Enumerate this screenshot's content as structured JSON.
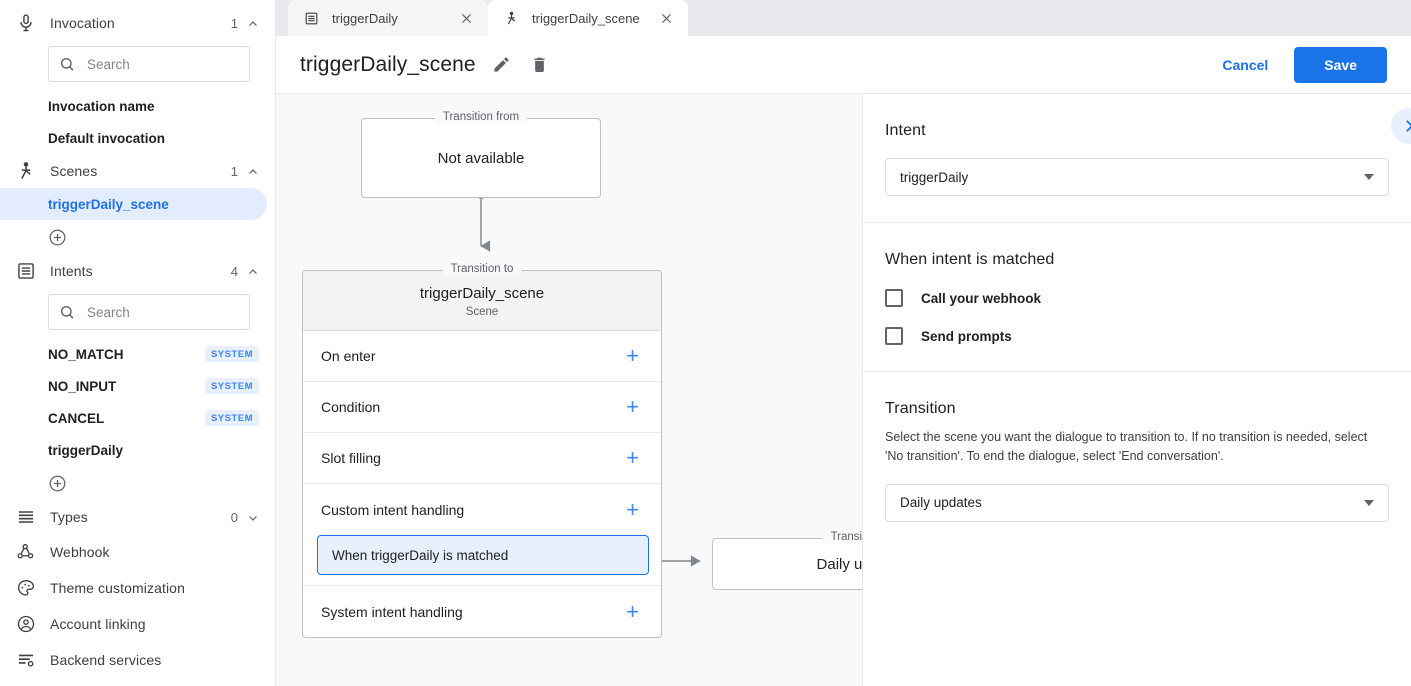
{
  "sidebar": {
    "invocation": {
      "label": "Invocation",
      "count": "1",
      "icon": "microphone-icon",
      "expanded": true
    },
    "invocation_search": {
      "placeholder": "Search",
      "icon": "search-icon"
    },
    "invocation_items": [
      {
        "label": "Invocation name"
      },
      {
        "label": "Default invocation"
      }
    ],
    "scenes": {
      "label": "Scenes",
      "count": "1",
      "icon": "scene-icon",
      "expanded": true
    },
    "scene_items": [
      {
        "label": "triggerDaily_scene",
        "active": true
      }
    ],
    "add_scene": {
      "icon": "add-circle-icon"
    },
    "intents": {
      "label": "Intents",
      "count": "4",
      "icon": "intents-icon",
      "expanded": true
    },
    "intents_search": {
      "placeholder": "Search",
      "icon": "search-icon"
    },
    "intent_items": [
      {
        "label": "NO_MATCH",
        "badge": "SYSTEM"
      },
      {
        "label": "NO_INPUT",
        "badge": "SYSTEM"
      },
      {
        "label": "CANCEL",
        "badge": "SYSTEM"
      },
      {
        "label": "triggerDaily",
        "badge": ""
      }
    ],
    "add_intent": {
      "icon": "add-circle-icon"
    },
    "types": {
      "label": "Types",
      "count": "0",
      "icon": "types-icon",
      "expanded": false
    },
    "flat_items": [
      {
        "label": "Webhook",
        "icon": "webhook-icon"
      },
      {
        "label": "Theme customization",
        "icon": "palette-icon"
      },
      {
        "label": "Account linking",
        "icon": "account-circle-icon"
      },
      {
        "label": "Backend services",
        "icon": "backend-services-icon"
      }
    ]
  },
  "tabs": [
    {
      "label": "triggerDaily",
      "icon": "intents-icon",
      "active": false,
      "close_icon": "close-icon"
    },
    {
      "label": "triggerDaily_scene",
      "icon": "scene-icon",
      "active": true,
      "close_icon": "close-icon"
    }
  ],
  "header": {
    "title": "triggerDaily_scene",
    "edit_icon": "pencil-icon",
    "delete_icon": "trash-icon",
    "cancel_label": "Cancel",
    "save_label": "Save"
  },
  "canvas": {
    "transition_from": {
      "legend": "Transition from",
      "text": "Not available"
    },
    "scene": {
      "legend": "Transition to",
      "title": "triggerDaily_scene",
      "subtitle": "Scene",
      "rows": [
        {
          "label": "On enter",
          "add_icon": "plus-icon"
        },
        {
          "label": "Condition",
          "add_icon": "plus-icon"
        },
        {
          "label": "Slot filling",
          "add_icon": "plus-icon"
        },
        {
          "label": "Custom intent handling",
          "add_icon": "plus-icon"
        },
        {
          "label": "System intent handling",
          "add_icon": "plus-icon"
        }
      ],
      "handler_chip": "When triggerDaily is matched"
    },
    "transition_target": {
      "legend": "Transition to",
      "text": "Daily updates"
    }
  },
  "right_panel": {
    "collapse_icon": "chevron-right-icon",
    "intent": {
      "title": "Intent",
      "value": "triggerDaily",
      "caret_icon": "caret-down-icon"
    },
    "when_matched": {
      "title": "When intent is matched",
      "checkboxes": [
        {
          "label": "Call your webhook",
          "checked": false
        },
        {
          "label": "Send prompts",
          "checked": false
        }
      ]
    },
    "transition": {
      "title": "Transition",
      "description": "Select the scene you want the dialogue to transition to. If no transition is needed, select 'No transition'. To end the dialogue, select 'End conversation'.",
      "value": "Daily updates",
      "caret_icon": "caret-down-icon"
    }
  },
  "colors": {
    "accent": "#1a73e8",
    "accent_light": "#e8f0fe",
    "canvas_bg": "#f8f9fa",
    "border": "#dadce0",
    "text": "#202124",
    "muted": "#5f6368"
  }
}
